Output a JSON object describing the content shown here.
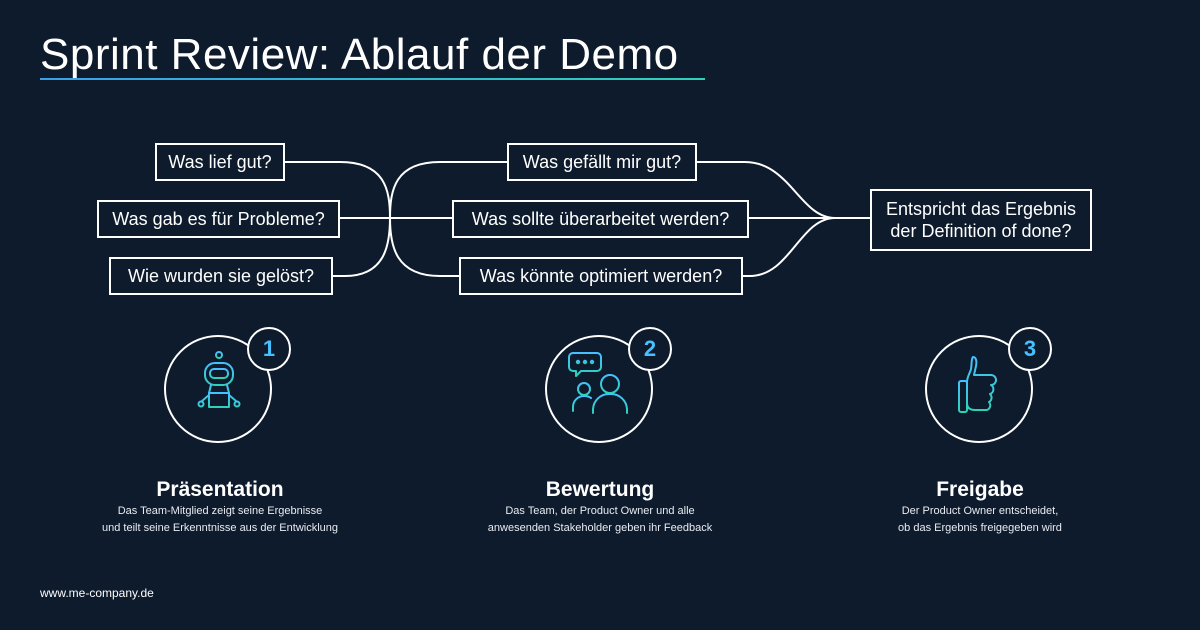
{
  "title": "Sprint Review: Ablauf der Demo",
  "colors": {
    "background": "#0e1b2c",
    "accent_blue": "#46c0ff",
    "accent_teal": "#2fd0b8"
  },
  "questions_left": [
    "Was lief gut?",
    "Was gab es für Probleme?",
    "Wie wurden sie gelöst?"
  ],
  "questions_middle": [
    "Was gefällt mir gut?",
    "Was sollte überarbeitet werden?",
    "Was könnte optimiert werden?"
  ],
  "question_right": {
    "line1": "Entspricht das Ergebnis",
    "line2": "der Definition of done?"
  },
  "steps": [
    {
      "number": "1",
      "icon": "robot-icon",
      "title": "Präsentation",
      "desc_line1": "Das Team-Mitglied zeigt seine Ergebnisse",
      "desc_line2": "und teilt seine Erkenntnisse aus der Entwicklung"
    },
    {
      "number": "2",
      "icon": "people-chat-icon",
      "title": "Bewertung",
      "desc_line1": "Das Team, der Product Owner und alle",
      "desc_line2": "anwesenden Stakeholder geben ihr Feedback"
    },
    {
      "number": "3",
      "icon": "thumbs-up-icon",
      "title": "Freigabe",
      "desc_line1": "Der Product Owner entscheidet,",
      "desc_line2": "ob das Ergebnis freigegeben wird"
    }
  ],
  "footer": "www.me-company.de"
}
